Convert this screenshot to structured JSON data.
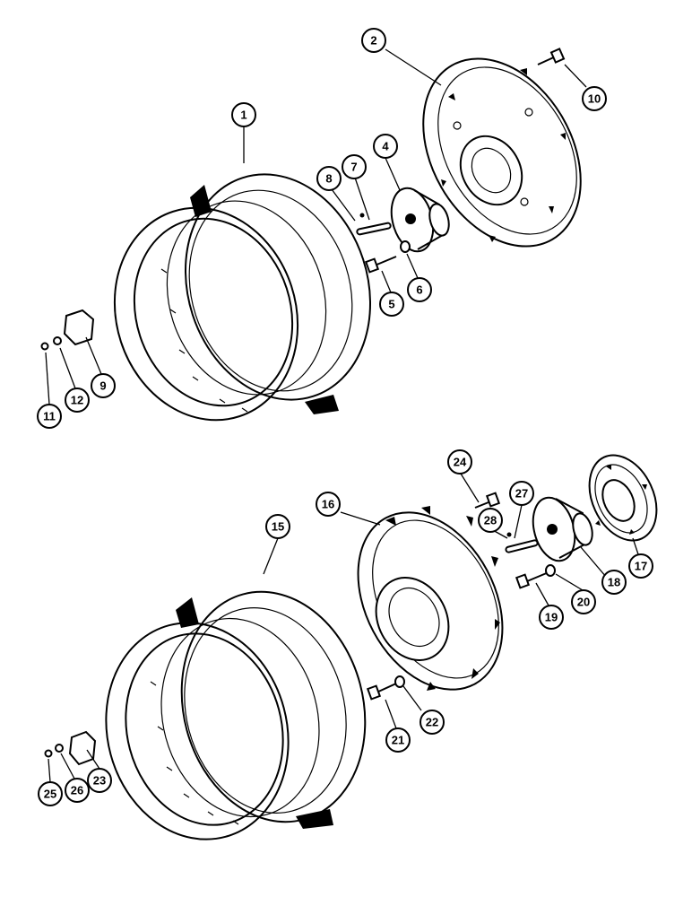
{
  "figure": {
    "line_color": "#000000",
    "background": "#ffffff",
    "callouts": [
      {
        "id": "c1",
        "label": "1"
      },
      {
        "id": "c2",
        "label": "2"
      },
      {
        "id": "c4",
        "label": "4"
      },
      {
        "id": "c5",
        "label": "5"
      },
      {
        "id": "c6",
        "label": "6"
      },
      {
        "id": "c7",
        "label": "7"
      },
      {
        "id": "c8",
        "label": "8"
      },
      {
        "id": "c9",
        "label": "9"
      },
      {
        "id": "c10",
        "label": "10"
      },
      {
        "id": "c11",
        "label": "11"
      },
      {
        "id": "c12",
        "label": "12"
      },
      {
        "id": "c15",
        "label": "15"
      },
      {
        "id": "c16",
        "label": "16"
      },
      {
        "id": "c17",
        "label": "17"
      },
      {
        "id": "c18",
        "label": "18"
      },
      {
        "id": "c19",
        "label": "19"
      },
      {
        "id": "c20",
        "label": "20"
      },
      {
        "id": "c21",
        "label": "21"
      },
      {
        "id": "c22",
        "label": "22"
      },
      {
        "id": "c23",
        "label": "23"
      },
      {
        "id": "c24",
        "label": "24"
      },
      {
        "id": "c25",
        "label": "25"
      },
      {
        "id": "c26",
        "label": "26"
      },
      {
        "id": "c27",
        "label": "27"
      },
      {
        "id": "c28",
        "label": "28"
      }
    ]
  }
}
